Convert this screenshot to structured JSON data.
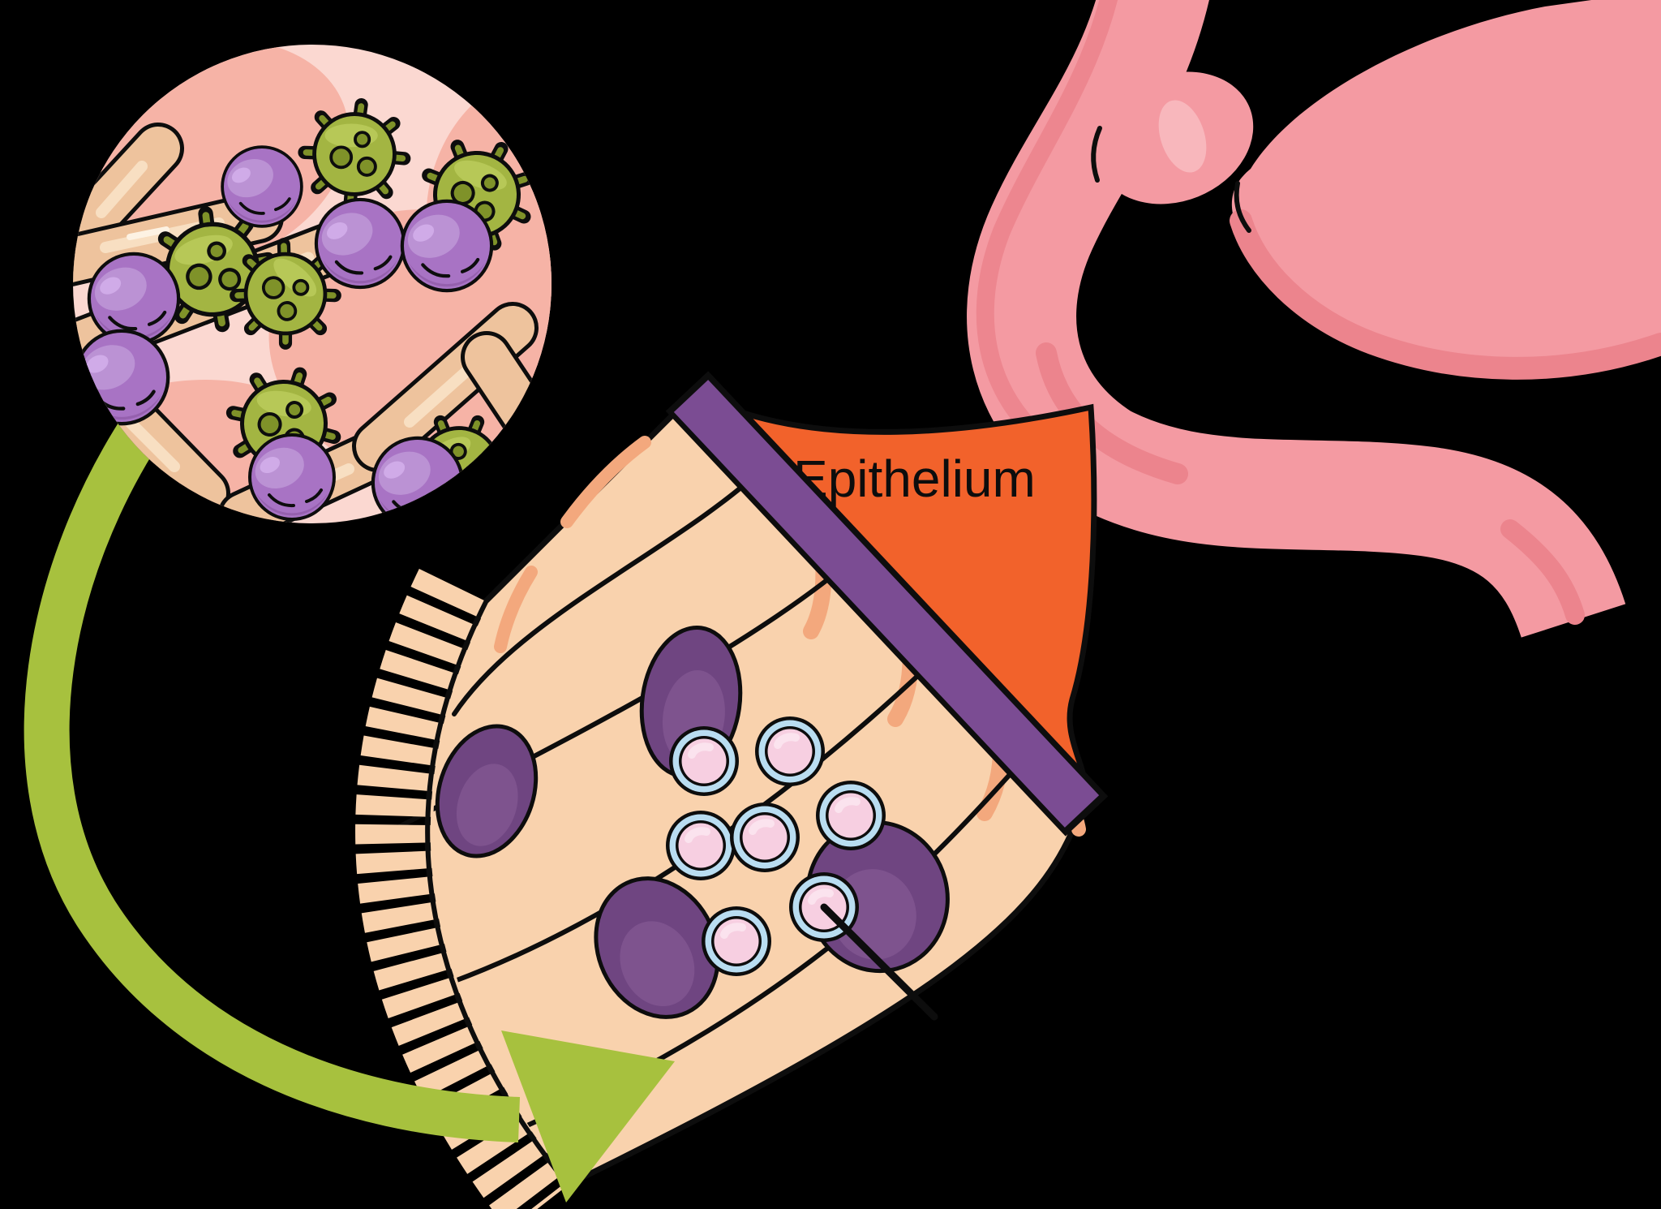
{
  "figure": {
    "type": "medical-illustration",
    "subject": "Gut microbiome magnified from stomach epithelium",
    "labels": {
      "epithelium": "Epithelium"
    },
    "inset": {
      "contents": [
        "purple cocci bacteria",
        "tan rod bacteria",
        "green virus particles"
      ],
      "counts": {
        "cocci": 7,
        "rods": 7,
        "viruses": 6
      }
    },
    "epithelium_block": {
      "features": [
        "columnar cells",
        "purple nuclei",
        "mucin vesicles",
        "brush border microvilli",
        "basement band"
      ],
      "counts": {
        "nuclei": 4,
        "vesicles": 7
      }
    }
  },
  "colors": {
    "bg": "#000000",
    "ink": "#0d0d0d",
    "circleBg": "#fbd8d1",
    "blob": "#f6b3a6",
    "rod": "#eec39d",
    "rodStreak": "#f8dfc2",
    "rodGloss": "#fdf2e3",
    "coccus": "#a873c4",
    "coccusHi": "#bb92d4",
    "coccusSpot": "#d0abe8",
    "coccusShade": "#9560ae",
    "virus": "#a3b542",
    "virusHi": "#b7c857",
    "virusSpot": "#7f9229",
    "arrow": "#a7c13e",
    "cell": "#f9d2ad",
    "cellStreak": "#f3a87d",
    "nucleus": "#6f4581",
    "nucleusHi": "#7e538e",
    "vesRing": "#b9ddf1",
    "vesCore": "#f7cfe1",
    "vesHi": "#fbe3ee",
    "band": "#7b4c93",
    "wedge": "#f2622b",
    "stomach": "#f49aa2",
    "stomachShade": "#ec848d",
    "stomachHi": "#f8b7bc"
  }
}
